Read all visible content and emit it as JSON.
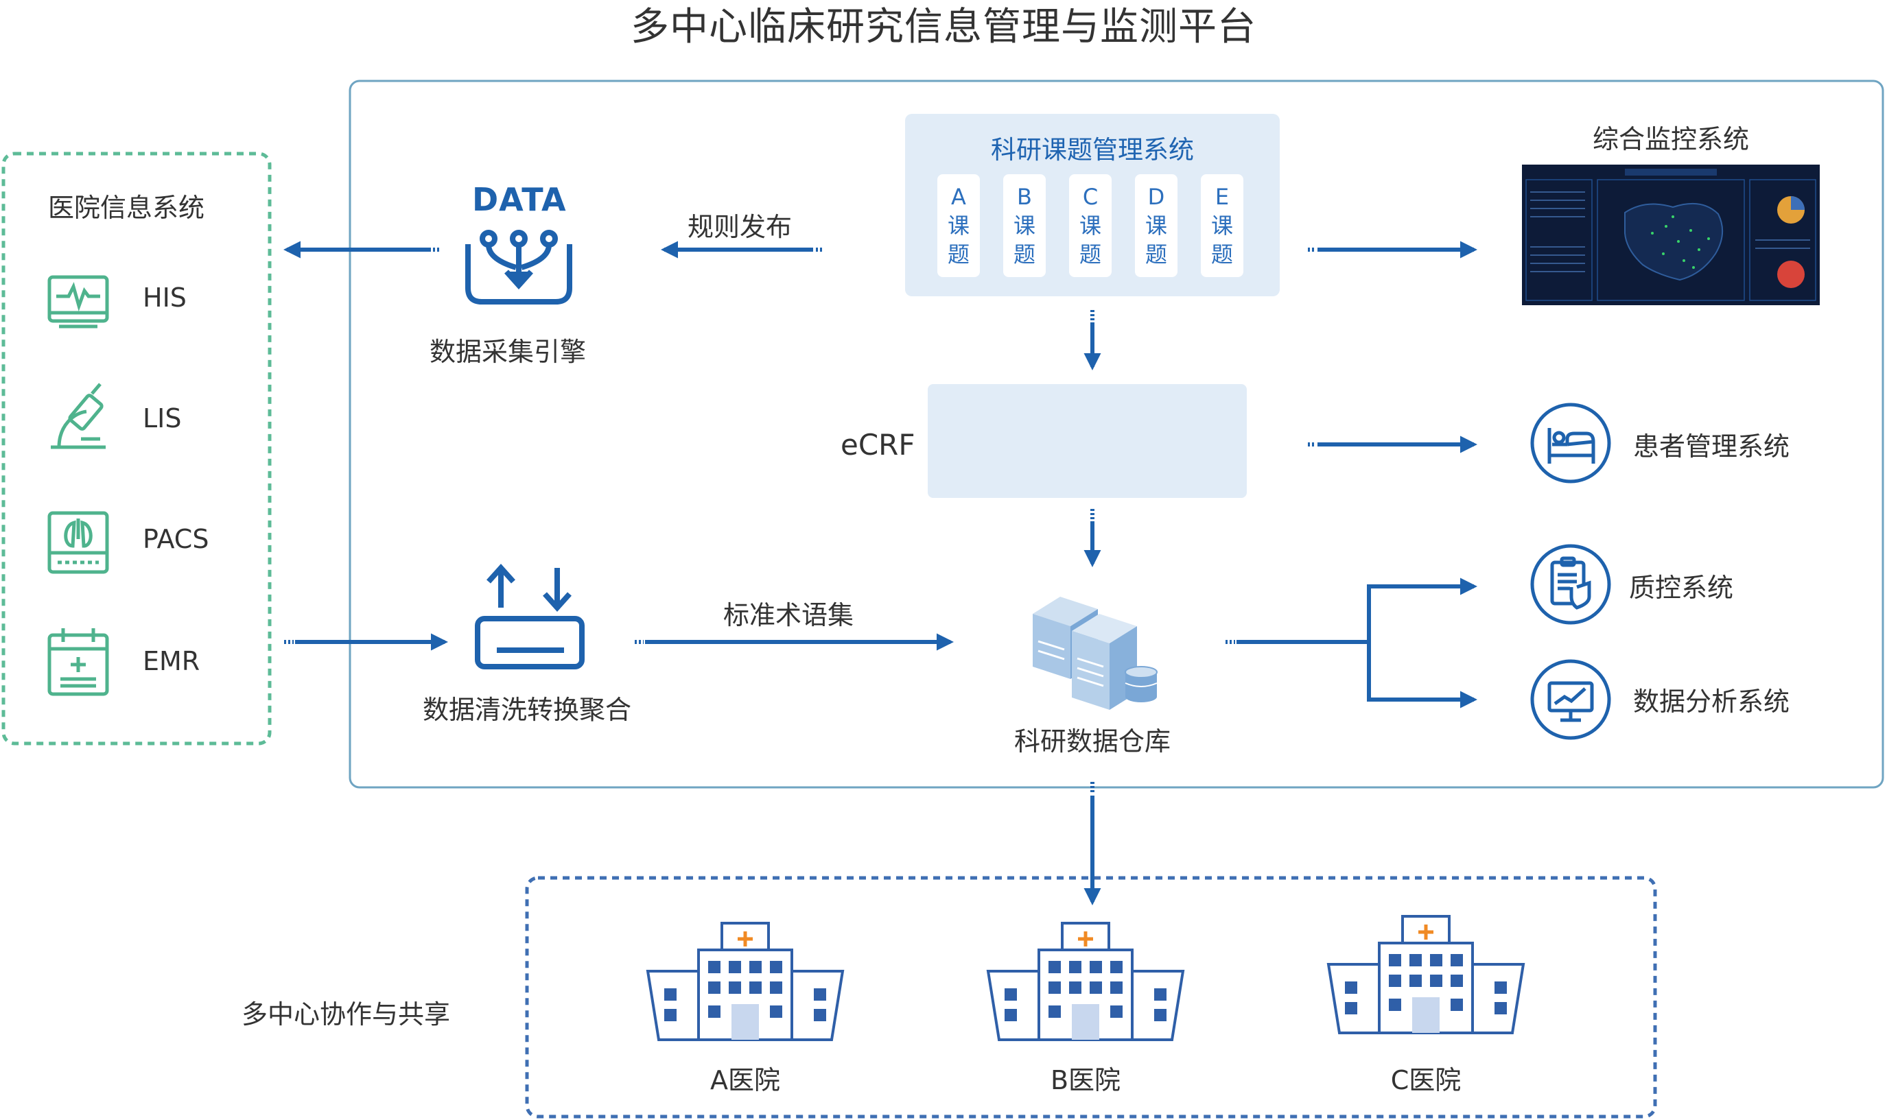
{
  "title": "多中心临床研究信息管理与监测平台",
  "his_group": {
    "title": "医院信息系统",
    "items": [
      {
        "label": "HIS"
      },
      {
        "label": "LIS"
      },
      {
        "label": "PACS"
      },
      {
        "label": "EMR"
      }
    ]
  },
  "engine": {
    "data_text": "DATA",
    "label": "数据采集引擎",
    "rule_label": "规则发布"
  },
  "cleaning": {
    "label": "数据清洗转换聚合",
    "terms_label": "标准术语集"
  },
  "research_mgmt": {
    "title": "科研课题管理系统",
    "topics": [
      {
        "letter": "A",
        "c1": "课",
        "c2": "题"
      },
      {
        "letter": "B",
        "c1": "课",
        "c2": "题"
      },
      {
        "letter": "C",
        "c1": "课",
        "c2": "题"
      },
      {
        "letter": "D",
        "c1": "课",
        "c2": "题"
      },
      {
        "letter": "E",
        "c1": "课",
        "c2": "题"
      }
    ]
  },
  "ecrf": {
    "label": "eCRF"
  },
  "warehouse": {
    "label": "科研数据仓库"
  },
  "outputs": {
    "monitor": "综合监控系统",
    "patient": "患者管理系统",
    "qc": "质控系统",
    "analysis": "数据分析系统"
  },
  "collab": {
    "label": "多中心协作与共享",
    "hospitals": [
      {
        "label": "A医院"
      },
      {
        "label": "B医院"
      },
      {
        "label": "C医院"
      }
    ]
  },
  "colors": {
    "primary_blue": "#1e62ad",
    "teal_green": "#4fb38d",
    "light_panel": "#e1ecf7",
    "hospital_cross": "#f08a24",
    "platform_border": "#6fa4c2"
  }
}
